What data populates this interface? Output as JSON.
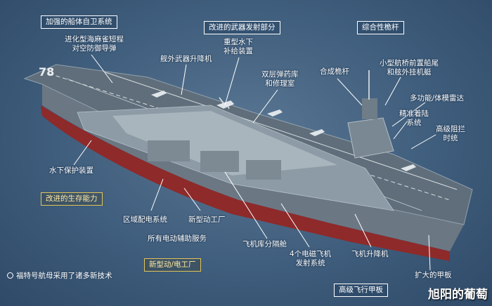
{
  "boxes": {
    "hull_defense": "加强的船体自卫系统",
    "weapon_launch": "改进的武器发射部分",
    "integrated_mast": "综合性桅杆",
    "survivability": "改进的生存能力",
    "new_power_plant": "新型动/电工厂",
    "flight_deck": "高级飞行甲板"
  },
  "labels": {
    "sea_sparrow": "进化型海麻雀短程\n对空防御导弹",
    "weapon_elevator": "舰外武器升降机",
    "underway_replenishment": "重型水下\n补给装置",
    "magazine": "双层弹药库\n和修理室",
    "composite_mast": "合成桅杆",
    "small_island": "小型航桥前置船尾\n和舷外挂机艇",
    "radar": "多功能/体模雷达",
    "landing_system": "精准着陆\n系统",
    "drag_reduction": "高级阻拦\n时统",
    "underwater_protection": "水下保护装置",
    "zonal_power": "区域配电系统",
    "new_powerplant_label": "新型动工厂",
    "electric_aux": "所有电动辅助服务",
    "aircraft_deck_area": "飞机库分隔舱",
    "emals": "4个电磁飞机\n发射系统",
    "aircraft_elevator": "飞机升降机",
    "expanded_deck": "扩大的甲板"
  },
  "footnote": "福特号航母采用了诸多新技术",
  "watermark": "旭阳的葡萄",
  "hull_number": "78",
  "colors": {
    "background": "#3f5d7c",
    "hull_red": "#8e2a2a",
    "deck": "#5f6e7a",
    "box_border_gold": "#e3c35a"
  }
}
